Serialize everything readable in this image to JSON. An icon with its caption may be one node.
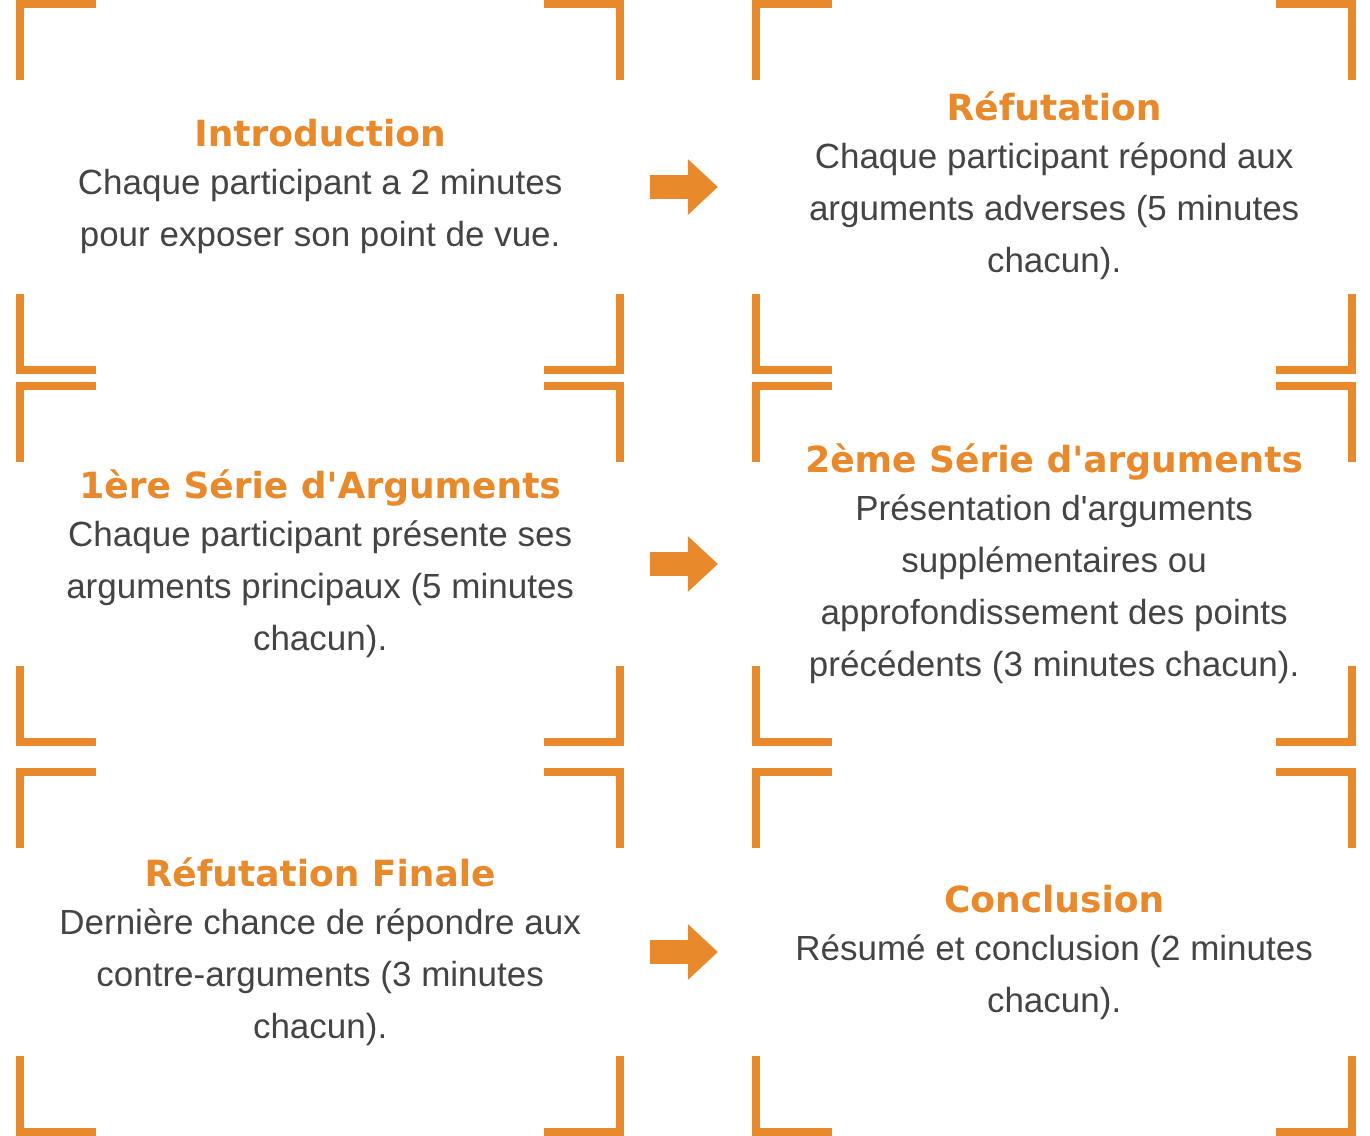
{
  "diagram": {
    "nodes": [
      {
        "text": [
          "Introduction",
          "Chaque participant a 2 minutes pour exposer son point de vue."
        ]
      },
      {
        "text": [
          "Réfutation",
          "Chaque participant répond aux arguments adverses (5 minutes chacun)."
        ]
      },
      {
        "text": [
          "1ère Série d'Arguments",
          "Chaque participant présente ses arguments principaux (5 minutes chacun)."
        ]
      },
      {
        "text": [
          "2ème Série d'arguments",
          "Présentation d'arguments supplémentaires ou approfondissement des points précédents (3 minutes chacun)."
        ]
      },
      {
        "text": [
          "Réfutation Finale",
          "Dernière chance de répondre aux contre-arguments (3 minutes chacun)."
        ]
      },
      {
        "text": [
          "Conclusion",
          "Résumé et conclusion (2 minutes chacun)."
        ]
      }
    ],
    "edges": [
      {
        "from": 0,
        "to": 1,
        "arrow": "to"
      },
      {
        "from": 2,
        "to": 3,
        "arrow": "to"
      },
      {
        "from": 4,
        "to": 5,
        "arrow": "to"
      }
    ]
  }
}
